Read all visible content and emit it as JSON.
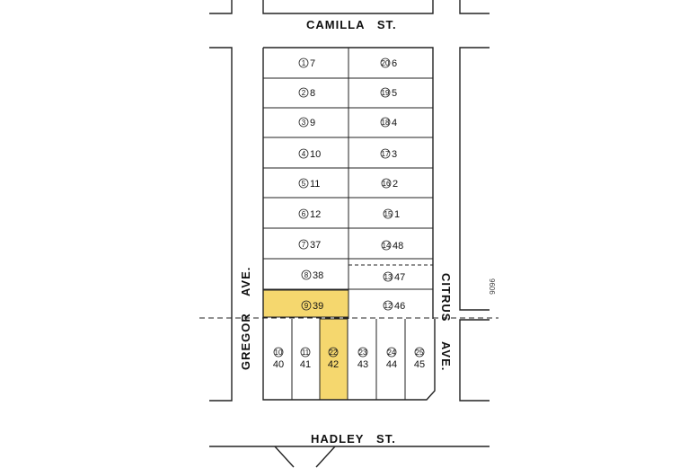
{
  "streets": {
    "top": "CAMILLA   ST.",
    "bottom": "HADLEY   ST.",
    "left_upper": "AVE.",
    "left_lower": "GREGOR",
    "right_upper": "CITRUS",
    "right_lower": "AVE."
  },
  "lots_left": [
    {
      "lot": "7",
      "parcel": "1"
    },
    {
      "lot": "8",
      "parcel": "2"
    },
    {
      "lot": "9",
      "parcel": "3"
    },
    {
      "lot": "10",
      "parcel": "4"
    },
    {
      "lot": "11",
      "parcel": "5"
    },
    {
      "lot": "12",
      "parcel": "6"
    },
    {
      "lot": "37",
      "parcel": "7"
    },
    {
      "lot": "38",
      "parcel": "8"
    },
    {
      "lot": "39",
      "parcel": "9"
    }
  ],
  "lots_right": [
    {
      "lot": "6",
      "parcel": "20"
    },
    {
      "lot": "5",
      "parcel": "19"
    },
    {
      "lot": "4",
      "parcel": "18"
    },
    {
      "lot": "3",
      "parcel": "17"
    },
    {
      "lot": "2",
      "parcel": "16"
    },
    {
      "lot": "1",
      "parcel": "15"
    },
    {
      "lot": "48",
      "parcel": "14"
    },
    {
      "lot": "47",
      "parcel": "13"
    },
    {
      "lot": "46",
      "parcel": "12"
    }
  ],
  "lots_bottom": [
    {
      "lot": "40",
      "parcel": "10"
    },
    {
      "lot": "41",
      "parcel": "11"
    },
    {
      "lot": "42",
      "parcel": "22"
    },
    {
      "lot": "43",
      "parcel": "23"
    },
    {
      "lot": "44",
      "parcel": "24"
    },
    {
      "lot": "45",
      "parcel": "25"
    }
  ],
  "right_margin_note": "9606",
  "colors": {
    "highlight": "#f5d76e",
    "line": "#222222"
  }
}
